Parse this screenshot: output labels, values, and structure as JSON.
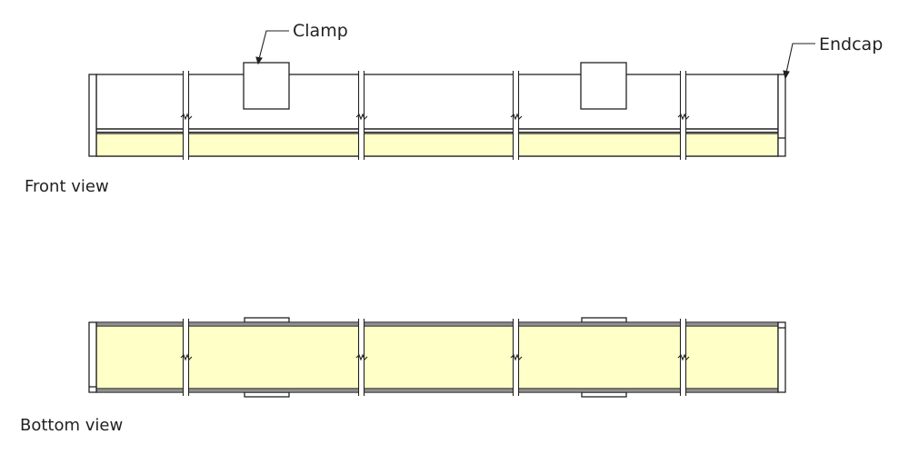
{
  "labels": {
    "clamp": "Clamp",
    "endcap": "Endcap",
    "front_view": "Front view",
    "bottom_view": "Bottom view"
  },
  "colors": {
    "lens_fill": "#ffffc8",
    "line": "#222222",
    "background": "#ffffff"
  }
}
